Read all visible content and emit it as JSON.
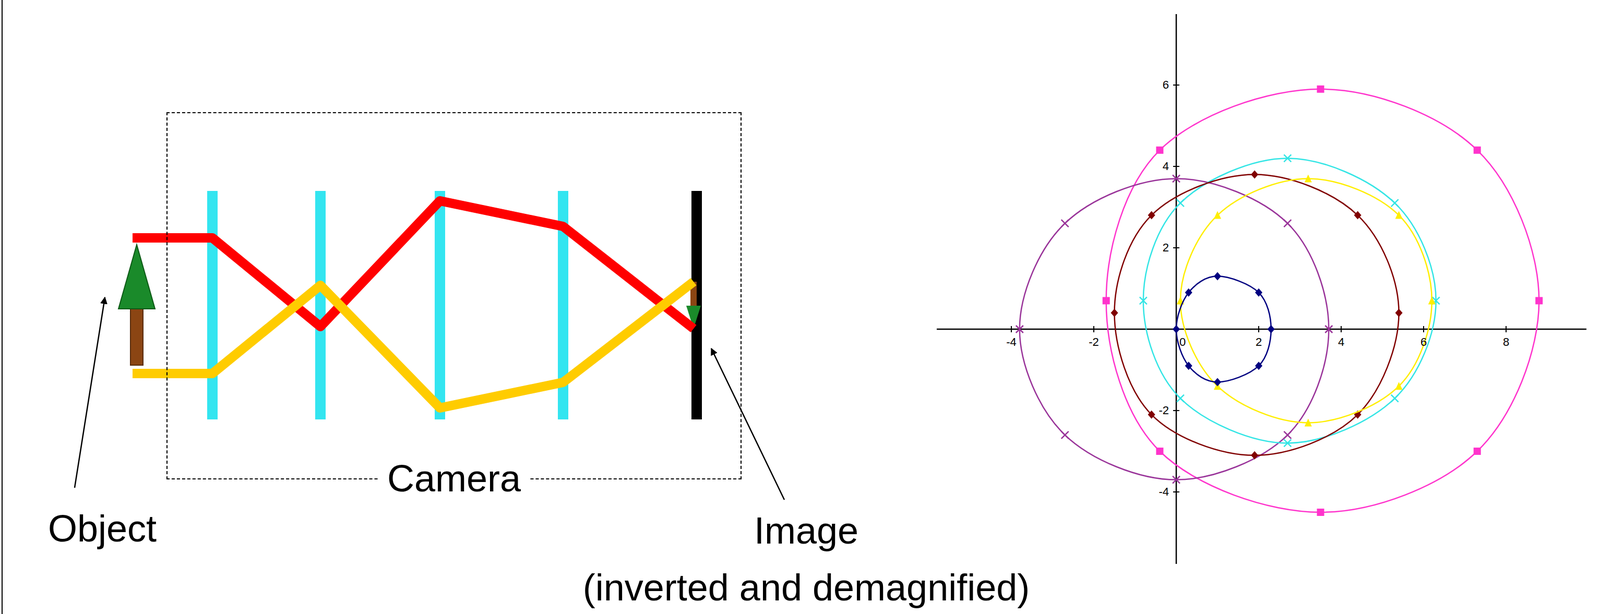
{
  "diagram": {
    "nodes": [
      {
        "text": [
          "Camera"
        ]
      }
    ],
    "labels": [
      "Object",
      "Image",
      "(inverted and demagnified)",
      "-4",
      "-2",
      "0",
      "2",
      "4",
      "6",
      "8",
      "6",
      "4",
      "2",
      "-2",
      "-4"
    ]
  }
}
